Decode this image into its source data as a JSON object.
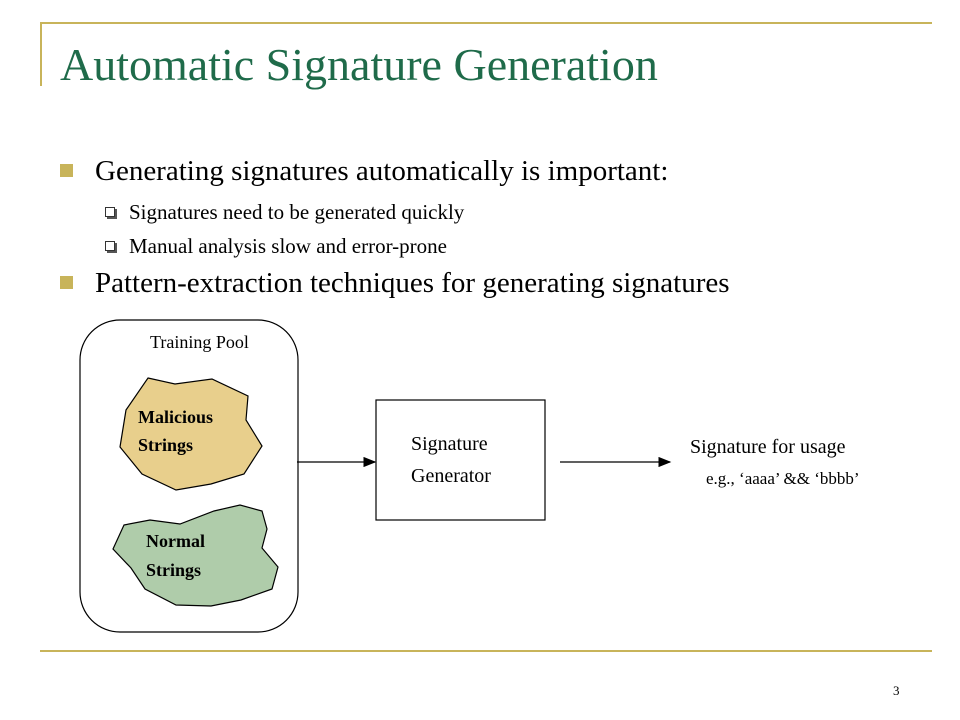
{
  "slide": {
    "title": "Automatic Signature Generation",
    "bullets": [
      {
        "text": "Generating signatures automatically is important:",
        "sub": [
          "Signatures need to be generated quickly",
          "Manual analysis slow and error-prone"
        ]
      },
      {
        "text": "Pattern-extraction techniques for generating signatures",
        "sub": []
      }
    ],
    "page_number": "3"
  },
  "diagram": {
    "training_pool_label": "Training Pool",
    "malicious_label_line1": "Malicious",
    "malicious_label_line2": "Strings",
    "normal_label_line1": "Normal",
    "normal_label_line2": "Strings",
    "generator_label_line1": "Signature",
    "generator_label_line2": "Generator",
    "output_label": "Signature for usage",
    "output_example": "e.g., ‘aaaa’ && ‘bbbb’"
  },
  "colors": {
    "title": "#1f6b4a",
    "accent": "#c8b45a",
    "malicious_fill": "#e8cf8c",
    "normal_fill": "#afccaa"
  }
}
